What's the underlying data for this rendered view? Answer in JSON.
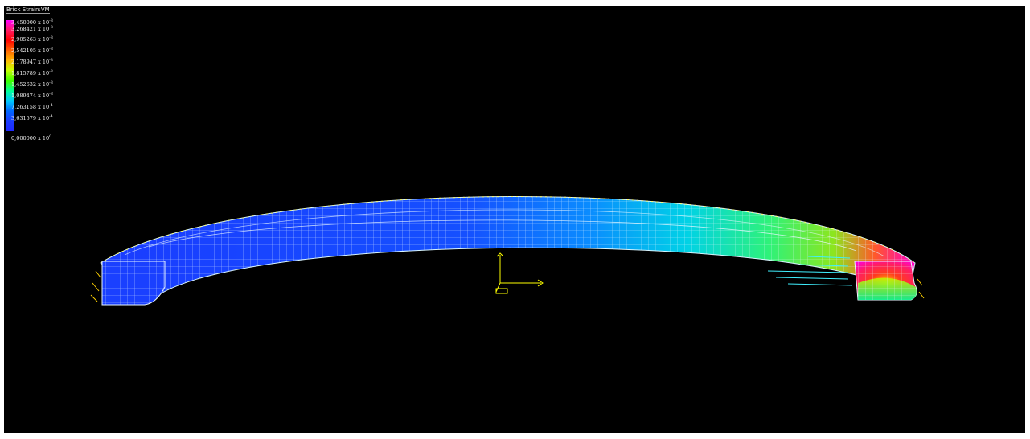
{
  "legend": {
    "title": "Brick Strain:VM",
    "ticks": [
      {
        "mantissa": "3,450000",
        "exponent": "-3"
      },
      {
        "mantissa": "3,268421",
        "exponent": "-3"
      },
      {
        "mantissa": "2,905263",
        "exponent": "-3"
      },
      {
        "mantissa": "2,542105",
        "exponent": "-3"
      },
      {
        "mantissa": "2,178947",
        "exponent": "-3"
      },
      {
        "mantissa": "1,815789",
        "exponent": "-3"
      },
      {
        "mantissa": "1,452632",
        "exponent": "-3"
      },
      {
        "mantissa": "1,089474",
        "exponent": "-3"
      },
      {
        "mantissa": "7,263158",
        "exponent": "-4"
      },
      {
        "mantissa": "3,631579",
        "exponent": "-4"
      },
      {
        "mantissa": "0,000000",
        "exponent": "0"
      }
    ]
  },
  "colors": {
    "viewport_background": "#000000",
    "mesh_low": "#1a3cff",
    "mesh_mid": "#00ffc8",
    "mesh_high": "#ff00c8",
    "mesh_lines": "#e8f6ff",
    "axes": "#ffff00"
  },
  "icons": {
    "global_axes": "axes-triad-icon"
  }
}
